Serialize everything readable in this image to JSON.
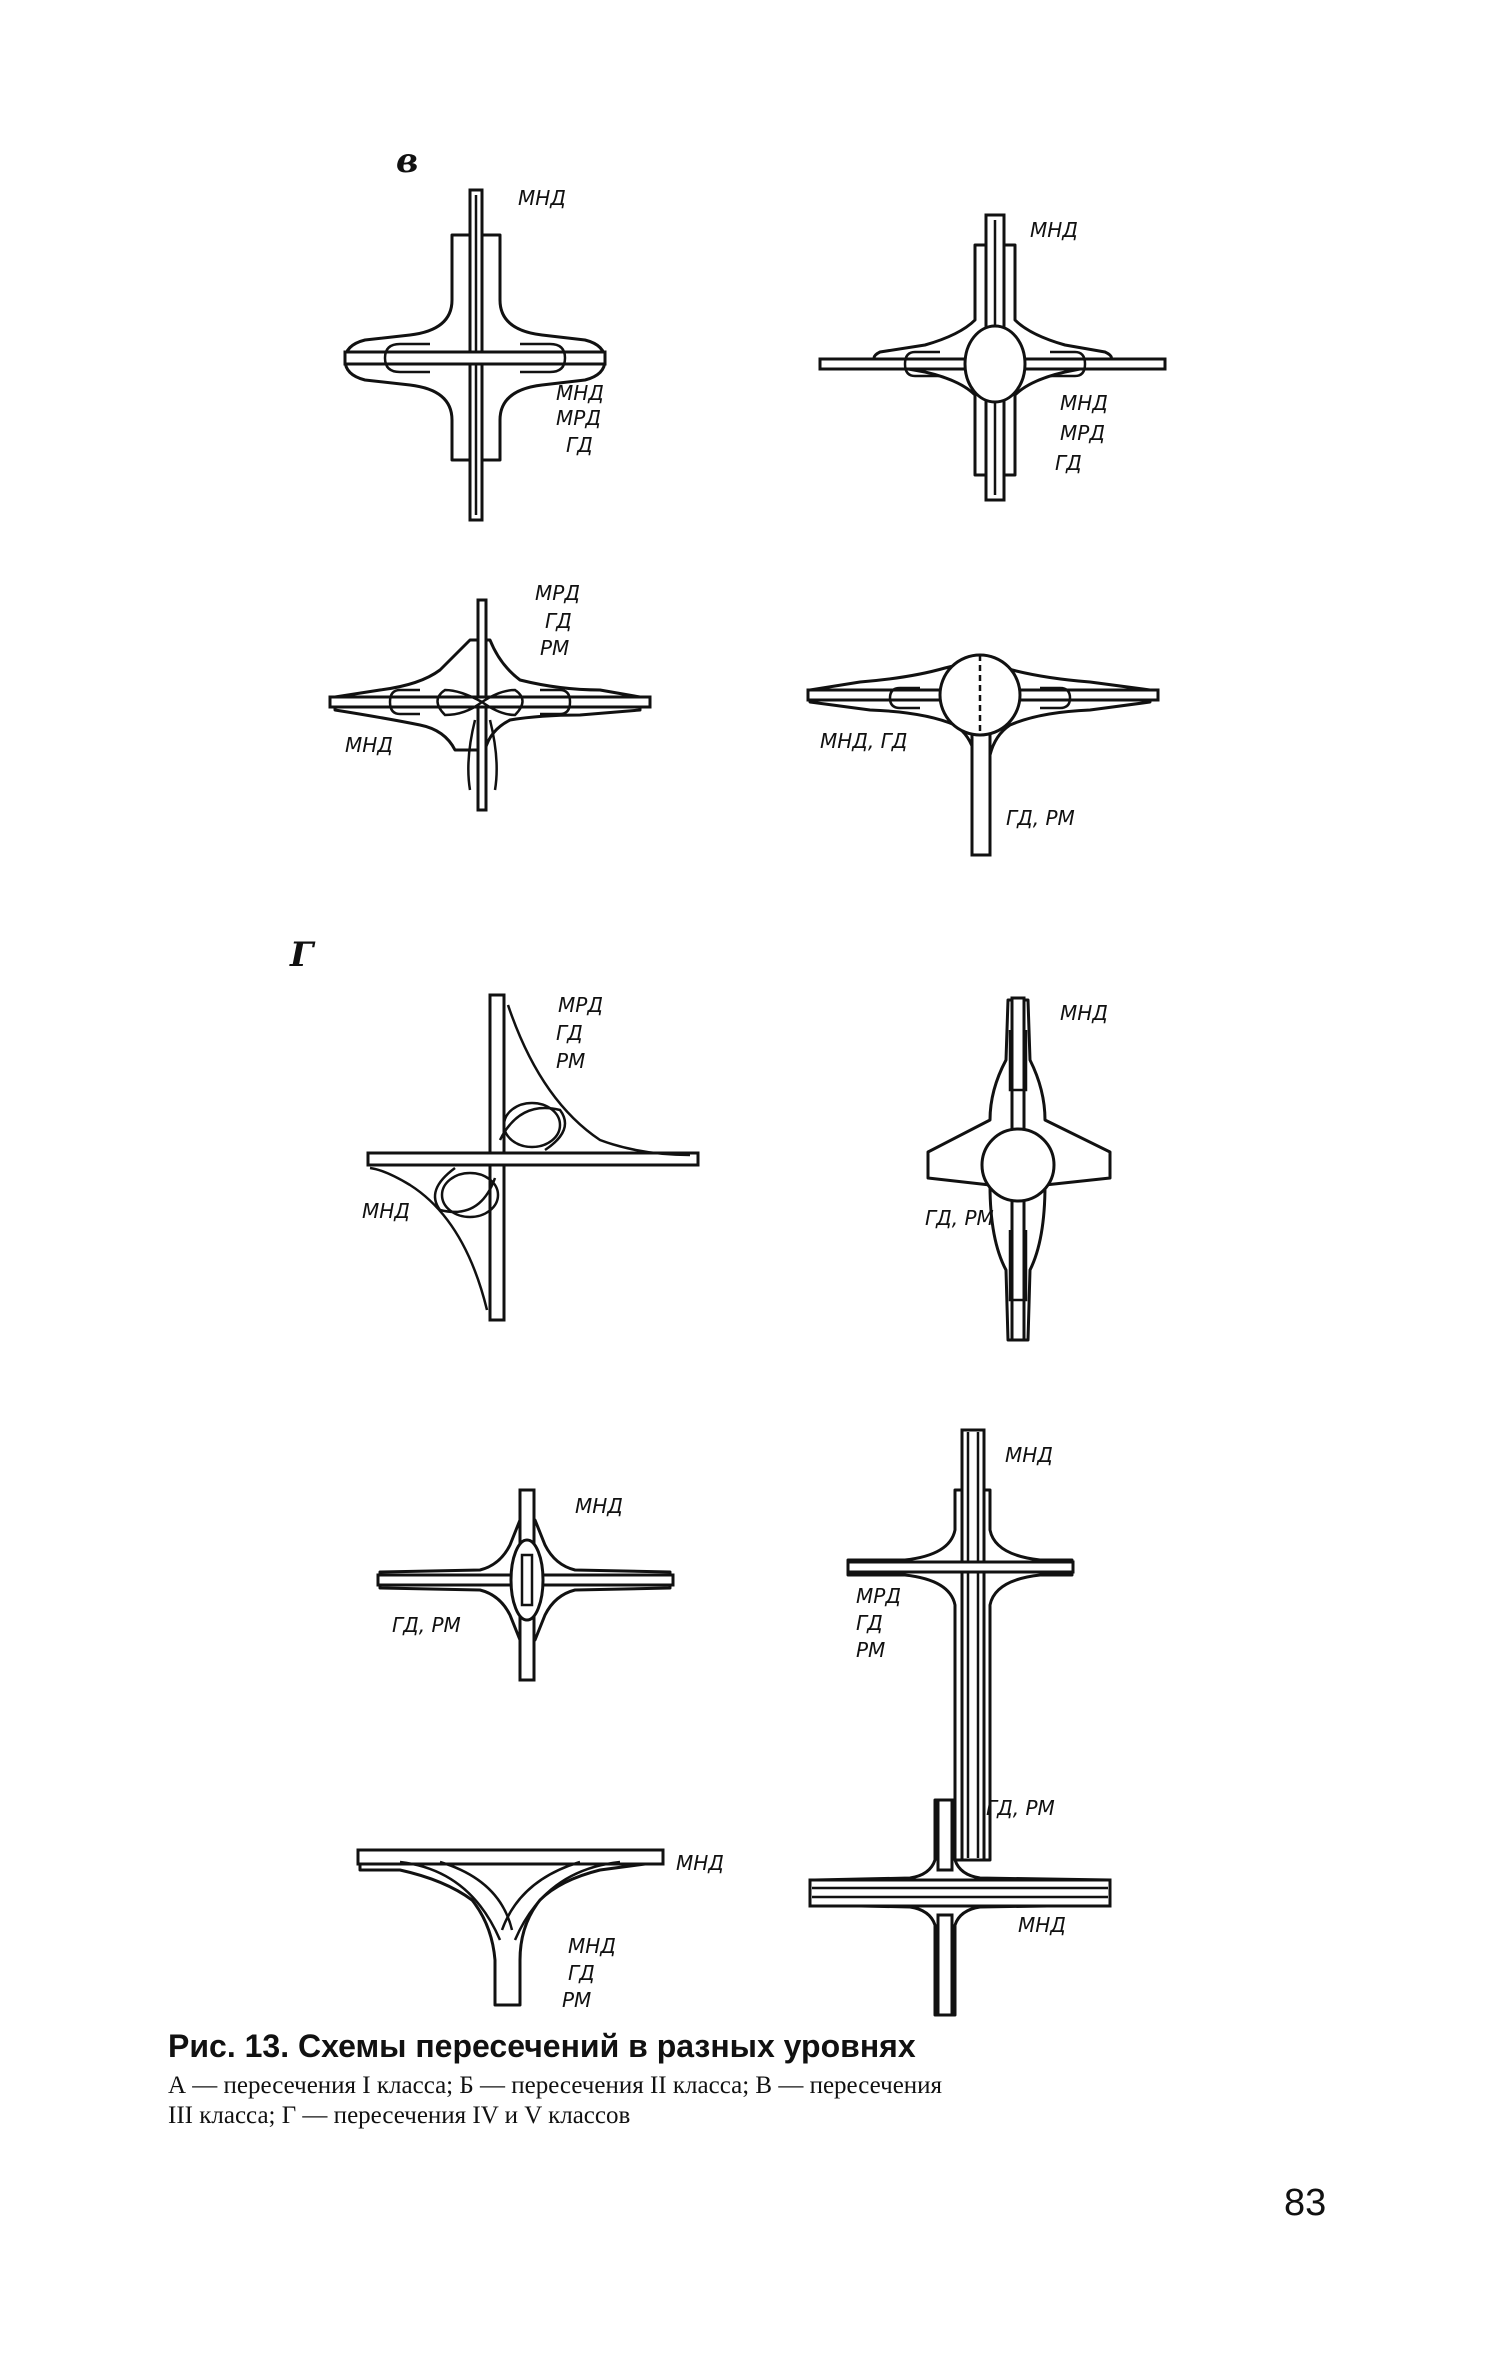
{
  "sections": {
    "v_label": "в",
    "g_label": "Г"
  },
  "labels": {
    "v1_top": "МНД",
    "v1_side": [
      "МНД",
      "МРД",
      "ГД"
    ],
    "v2_top": "МНД",
    "v2_side": [
      "МНД",
      "МРД",
      "ГД"
    ],
    "v3_top": [
      "МРД",
      "ГД",
      "РМ"
    ],
    "v3_left": "МНД",
    "v4_left": "МНД, ГД",
    "v4_bottom": "ГД, РМ",
    "g1_top": [
      "МРД",
      "ГД",
      "РМ"
    ],
    "g1_left": "МНД",
    "g2_top": "МНД",
    "g2_left": "ГД, РМ",
    "g3_top": "МНД",
    "g3_left": "ГД, РМ",
    "g4_top": "МНД",
    "g4_left": [
      "МРД",
      "ГД",
      "РМ"
    ],
    "g5_right": "МНД",
    "g5_bottom": [
      "МНД",
      "ГД",
      "РМ"
    ],
    "g6_top": "ГД, РМ",
    "g6_right": "МНД"
  },
  "caption": {
    "title": "Рис. 13. Схемы пересечений в разных уровнях",
    "line1": "А — пересечения I класса;   Б — пересечения II класса;  В — пересечения",
    "line2": "III класса; Г — пересечения IV и V классов"
  },
  "page_number": "83"
}
